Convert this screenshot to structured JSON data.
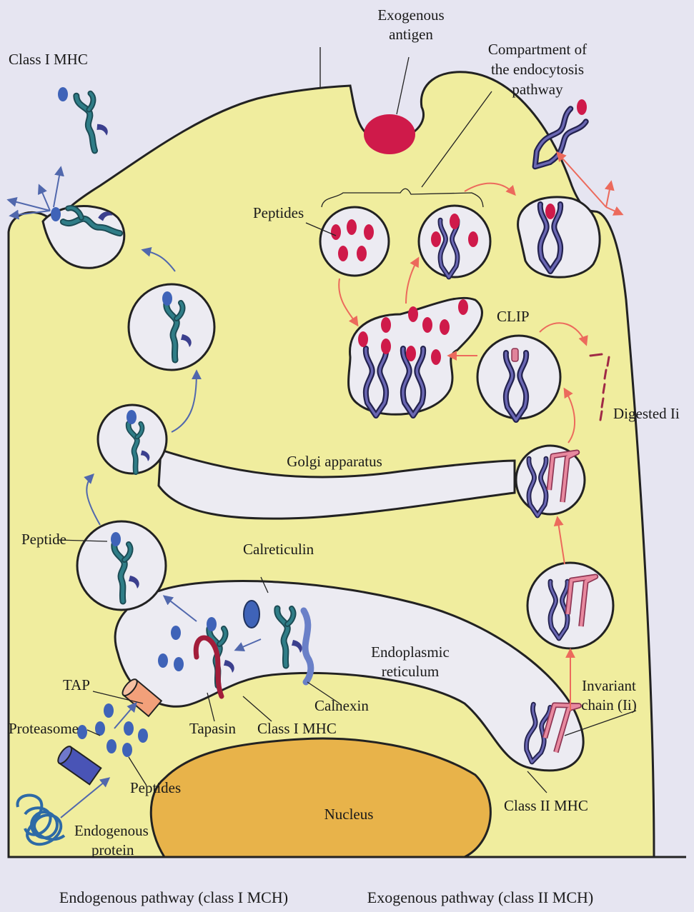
{
  "labels": {
    "class1_mhc_top": "Class I MHC",
    "exogenous_antigen_1": "Exogenous",
    "exogenous_antigen_2": "antigen",
    "compartment_1": "Compartment of",
    "compartment_2": "the endocytosis",
    "compartment_3": "pathway",
    "peptides_top": "Peptides",
    "clip": "CLIP",
    "digested_ii": "Digested Ii",
    "golgi": "Golgi apparatus",
    "peptide": "Peptide",
    "calreticulin": "Calreticulin",
    "er_1": "Endoplasmic",
    "er_2": "reticulum",
    "tap": "TAP",
    "proteasome": "Proteasome",
    "tapasin": "Tapasin",
    "class1_mhc_er": "Class I MHC",
    "calnexin": "Calnexin",
    "invariant_1": "Invariant",
    "invariant_2": "chain (Ii)",
    "peptides_bottom": "Peptides",
    "nucleus": "Nucleus",
    "class2_mhc": "Class II MHC",
    "endogenous_1": "Endogenous",
    "endogenous_2": "protein"
  },
  "captions": {
    "left": "Endogenous pathway (class I MCH)",
    "right": "Exogenous pathway (class II MCH)"
  },
  "colors": {
    "background": "#e6e5f1",
    "cytoplasm": "#f0ed9e",
    "vesicle": "#ecebf2",
    "nucleus": "#e8b34a",
    "class1": "#2f7d87",
    "class2": "#3b3a78",
    "peptide_blue": "#3f63b8",
    "antigen_red": "#cf1a4a",
    "invariant": "#e0839a",
    "arrow_blue": "#5168ad",
    "arrow_red": "#ec6a5c",
    "tap": "#f2a07a",
    "proteasome": "#4954b6",
    "tapasin": "#a21d3a",
    "calnexin": "#6a80c8"
  }
}
